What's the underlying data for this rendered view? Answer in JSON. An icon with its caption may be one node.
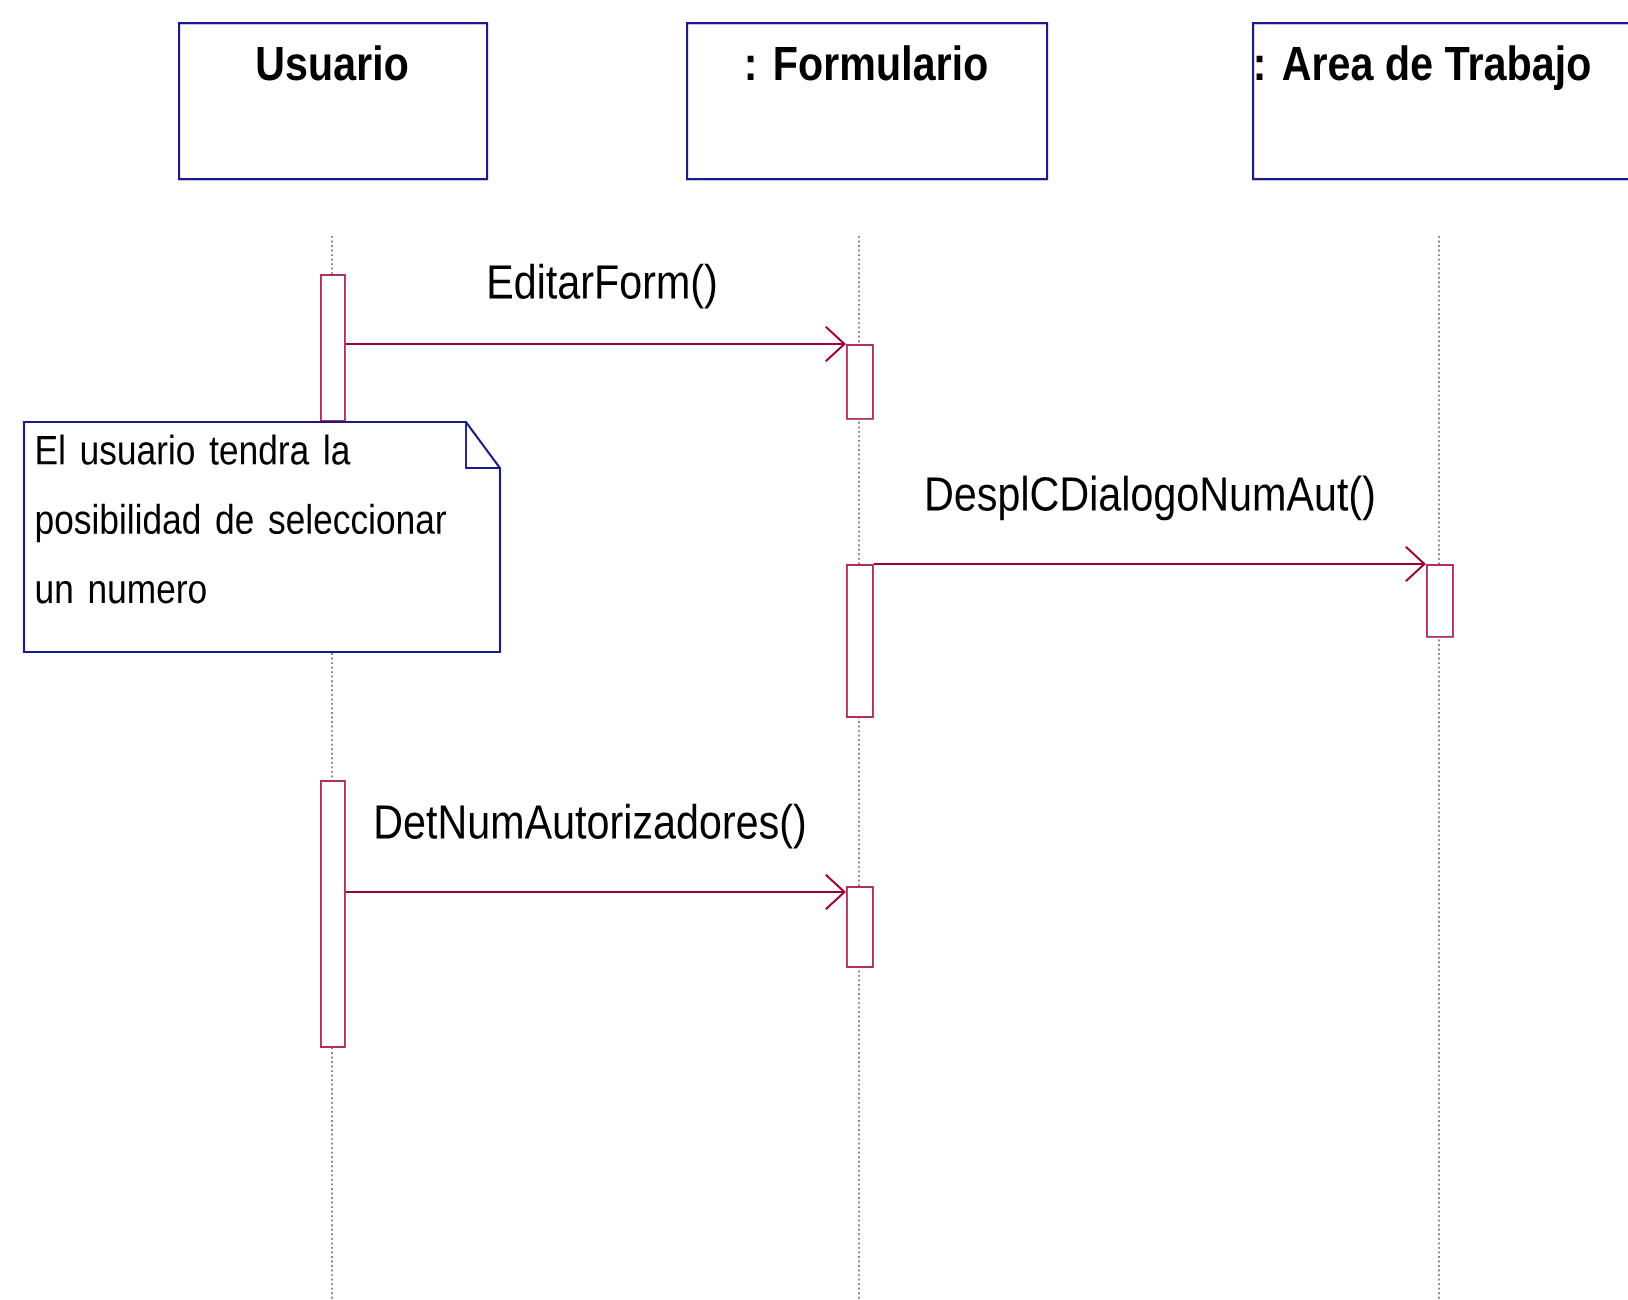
{
  "diagram": {
    "nodes": [
      {
        "text": [
          "Usuario"
        ]
      },
      {
        "text": [
          ": Formulario"
        ]
      },
      {
        "text": [
          ": Area de Trabajo"
        ]
      },
      {
        "text": [
          "El usuario tendra la posibilidad de seleccionar un numero"
        ]
      },
      {
        "text": [],
        "shape": "bar"
      },
      {
        "text": [],
        "shape": "bar"
      },
      {
        "text": [],
        "shape": "bar"
      },
      {
        "text": [],
        "shape": "bar"
      },
      {
        "text": [],
        "shape": "bar"
      },
      {
        "text": [],
        "shape": "bar"
      }
    ],
    "edges": [
      {
        "from": 4,
        "to": 5,
        "arrow": "to",
        "label": "EditarForm()"
      },
      {
        "from": 6,
        "to": 7,
        "arrow": "to",
        "label": "DesplCDialogoNumAut()"
      },
      {
        "from": 8,
        "to": 9,
        "arrow": "to",
        "label": "DetNumAutorizadores()"
      }
    ]
  }
}
